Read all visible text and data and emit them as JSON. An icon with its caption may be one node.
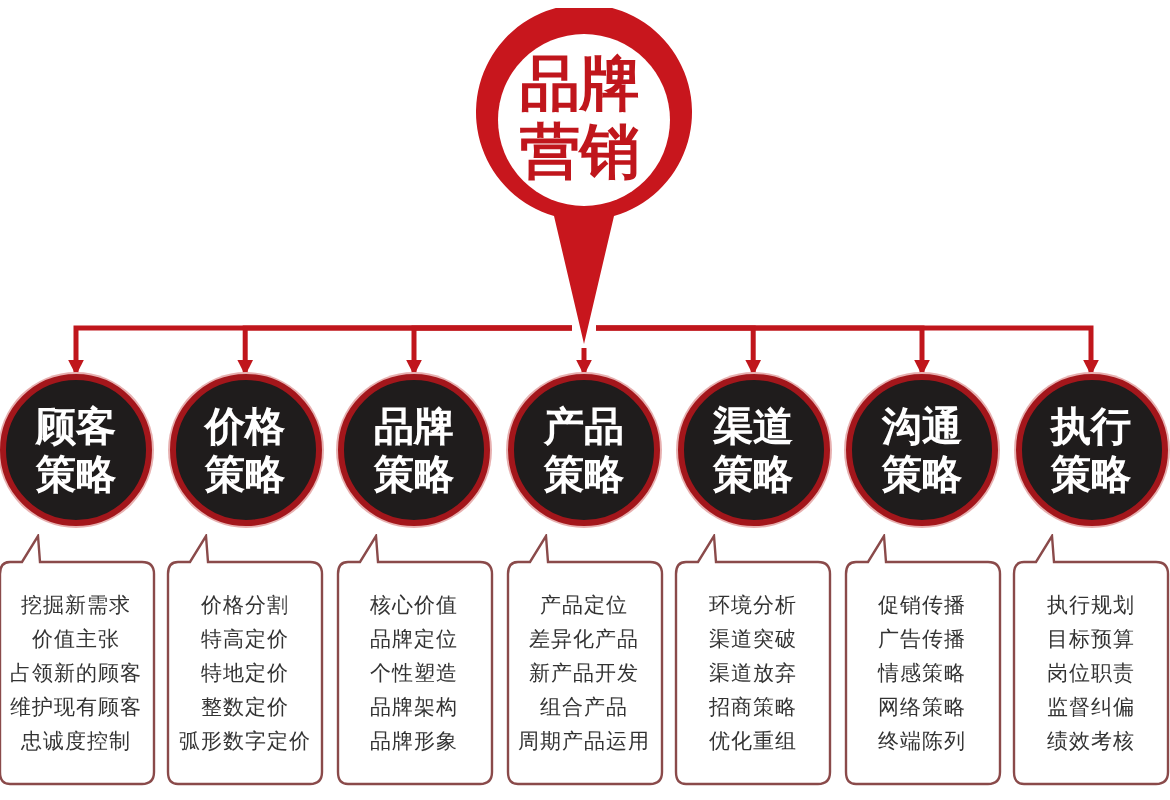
{
  "diagram": {
    "nodes": [
      {
        "text": [
          "品牌营销"
        ]
      },
      {
        "text": [
          "顾客策略"
        ]
      },
      {
        "text": [
          "价格策略"
        ]
      },
      {
        "text": [
          "品牌策略"
        ]
      },
      {
        "text": [
          "产品策略"
        ]
      },
      {
        "text": [
          "渠道策略"
        ]
      },
      {
        "text": [
          "沟通策略"
        ]
      },
      {
        "text": [
          "执行策略"
        ]
      },
      {
        "text": [
          "挖掘新需求",
          "价值主张",
          "占领新的顾客",
          "维护现有顾客",
          "忠诚度控制"
        ]
      },
      {
        "text": [
          "价格分割",
          "特高定价",
          "特地定价",
          "整数定价",
          "弧形数字定价"
        ]
      },
      {
        "text": [
          "核心价值",
          "品牌定位",
          "个性塑造",
          "品牌架构",
          "品牌形象"
        ]
      },
      {
        "text": [
          "产品定位",
          "差异化产品",
          "新产品开发",
          "组合产品",
          "周期产品运用"
        ]
      },
      {
        "text": [
          "环境分析",
          "渠道突破",
          "渠道放弃",
          "招商策略",
          "优化重组"
        ]
      },
      {
        "text": [
          "促销传播",
          "广告传播",
          "情感策略",
          "网络策略",
          "终端陈列"
        ]
      },
      {
        "text": [
          "执行规划",
          "目标预算",
          "岗位职责",
          "监督纠偏",
          "绩效考核"
        ]
      }
    ],
    "edges": [
      {
        "from": 0,
        "to": 1,
        "arrow": "to"
      },
      {
        "from": 0,
        "to": 2,
        "arrow": "to"
      },
      {
        "from": 0,
        "to": 3,
        "arrow": "to"
      },
      {
        "from": 0,
        "to": 4,
        "arrow": "to"
      },
      {
        "from": 0,
        "to": 5,
        "arrow": "to"
      },
      {
        "from": 0,
        "to": 6,
        "arrow": "to"
      },
      {
        "from": 0,
        "to": 7,
        "arrow": "to"
      }
    ]
  }
}
